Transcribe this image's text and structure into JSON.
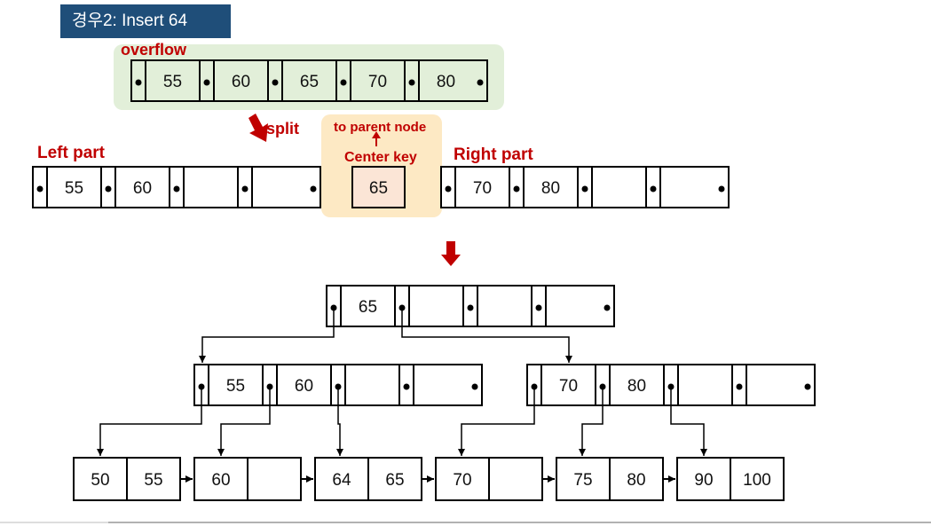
{
  "title": "경우2: Insert 64",
  "labels": {
    "overflow": "overflow",
    "split": "split",
    "to_parent": "to parent node",
    "center_key": "Center key",
    "left_part": "Left part",
    "right_part": "Right part"
  },
  "overflow_keys": [
    "55",
    "60",
    "65",
    "70",
    "80"
  ],
  "left_part_keys": [
    "55",
    "60",
    "",
    ""
  ],
  "center_key_value": "65",
  "right_part_keys": [
    "70",
    "80",
    "",
    ""
  ],
  "root_keys": [
    "65",
    "",
    "",
    ""
  ],
  "internal_left_keys": [
    "55",
    "60",
    "",
    ""
  ],
  "internal_right_keys": [
    "70",
    "80",
    "",
    ""
  ],
  "leaves": [
    [
      "50",
      "55"
    ],
    [
      "60",
      ""
    ],
    [
      "64",
      "65"
    ],
    [
      "70",
      ""
    ],
    [
      "75",
      "80"
    ],
    [
      "90",
      "100"
    ]
  ],
  "colors": {
    "title_bg": "#1f4e79",
    "red": "#c00000",
    "overflow_bg": "#e2efd9",
    "center_bg": "#fde9c4",
    "center_box": "#fbe5d6"
  }
}
